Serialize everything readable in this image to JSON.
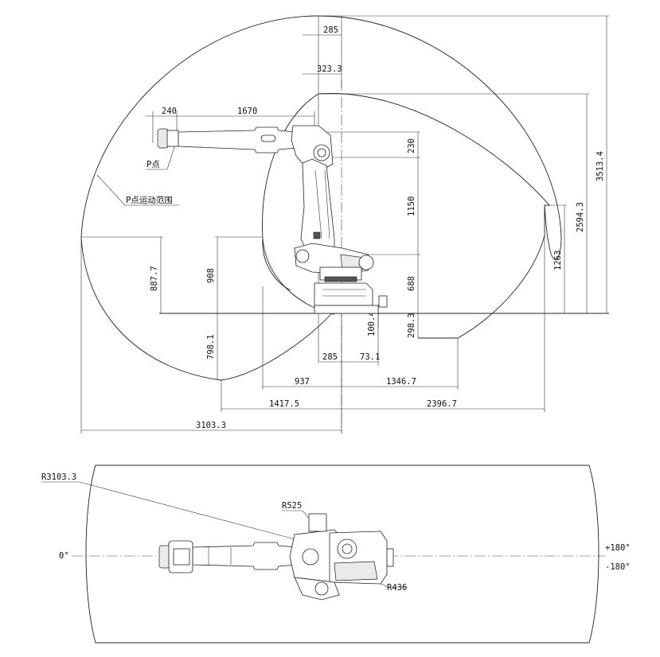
{
  "side_view": {
    "dims": {
      "d285_top": "285",
      "d323_3": "323.3",
      "d240": "240",
      "d1670": "1670",
      "d230": "230",
      "d1150": "1150",
      "d688": "688",
      "d298_3": "298.3",
      "d100_4": "100.4",
      "d2594_3": "2594.3",
      "d3513_4": "3513.4",
      "d1263": "1263",
      "d887_7": "887.7",
      "d908": "908",
      "d798_1": "798.1",
      "d285_bottom": "285",
      "d73_1": "73.1",
      "d937": "937",
      "d1346_7": "1346.7",
      "d1417_5": "1417.5",
      "d2396_7": "2396.7",
      "d3103_3": "3103.3"
    },
    "labels": {
      "p_point": "P点",
      "p_range": "P点运动范围"
    }
  },
  "top_view": {
    "r3103_3": "R3103.3",
    "r525": "R525",
    "r436": "R436",
    "angle_0": "0°",
    "angle_pos180": "+180°",
    "angle_neg180": "-180°"
  }
}
